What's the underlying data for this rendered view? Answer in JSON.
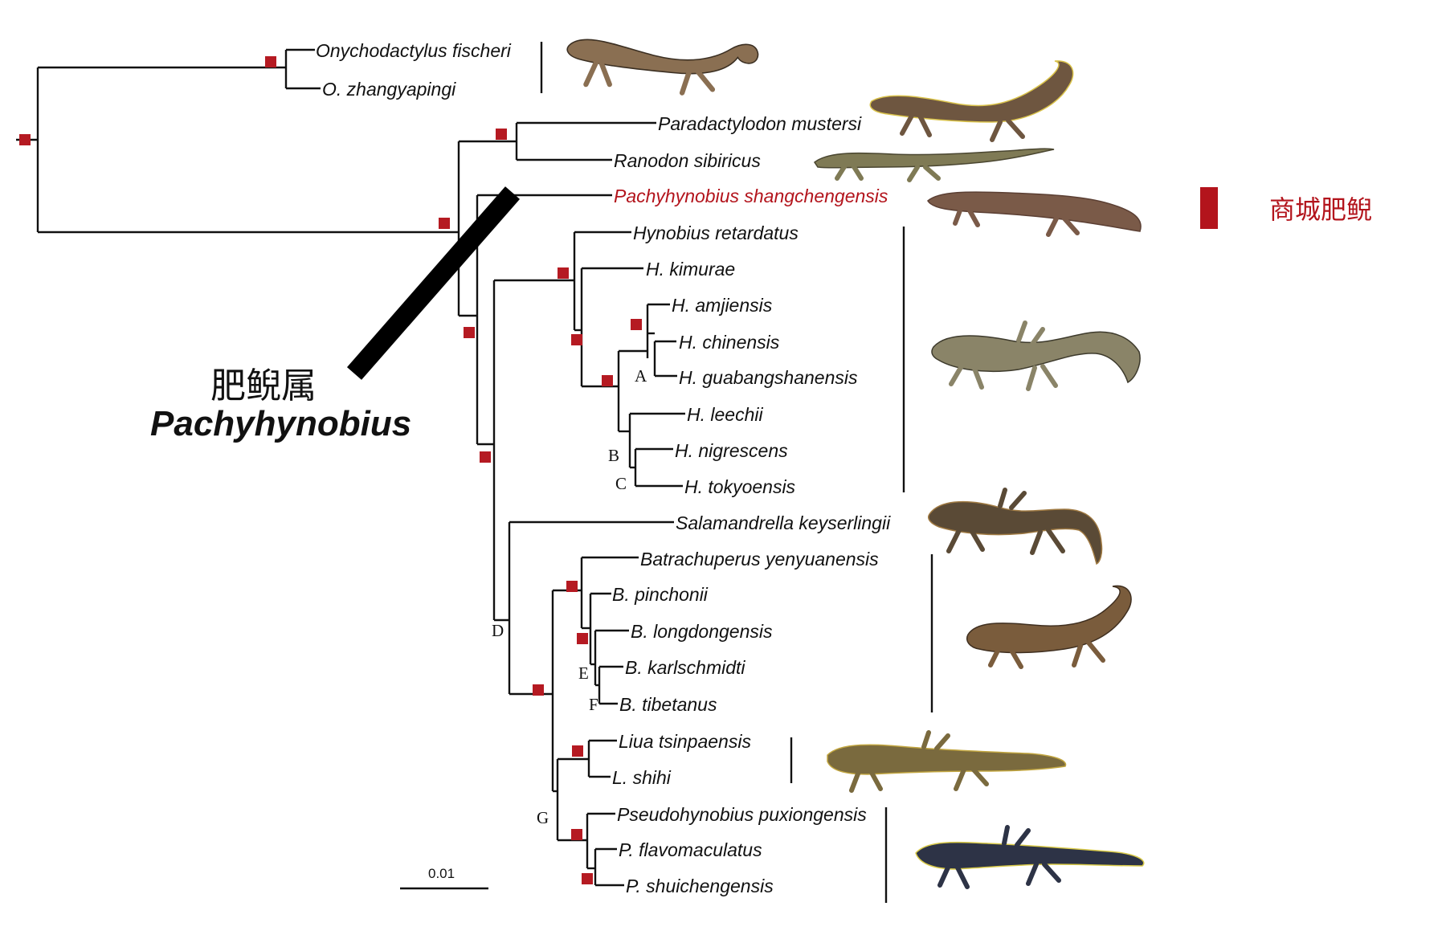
{
  "figure": {
    "genus_cn": "肥鲵属",
    "genus_latin": "Pachyhynobius",
    "highlight_cn": "商城肥鲵",
    "scale_label": "0.01",
    "colors": {
      "highlight": "#b3141c",
      "support": "#b51a22",
      "line": "#111111"
    }
  },
  "taxa": [
    {
      "label": "Onychodactylus fischeri",
      "highlight": false
    },
    {
      "label": "O. zhangyapingi",
      "highlight": false
    },
    {
      "label": "Paradactylodon mustersi",
      "highlight": false
    },
    {
      "label": "Ranodon sibiricus",
      "highlight": false
    },
    {
      "label": "Pachyhynobius shangchengensis",
      "highlight": true
    },
    {
      "label": "Hynobius retardatus",
      "highlight": false
    },
    {
      "label": "H. kimurae",
      "highlight": false
    },
    {
      "label": "H. amjiensis",
      "highlight": false
    },
    {
      "label": "H. chinensis",
      "highlight": false
    },
    {
      "label": "H. guabangshanensis",
      "highlight": false
    },
    {
      "label": "H. leechii",
      "highlight": false
    },
    {
      "label": "H. nigrescens",
      "highlight": false
    },
    {
      "label": "H. tokyoensis",
      "highlight": false
    },
    {
      "label": "Salamandrella keyserlingii",
      "highlight": false
    },
    {
      "label": "Batrachuperus yenyuanensis",
      "highlight": false
    },
    {
      "label": "B. pinchonii",
      "highlight": false
    },
    {
      "label": "B. longdongensis",
      "highlight": false
    },
    {
      "label": "B. karlschmidti",
      "highlight": false
    },
    {
      "label": "B. tibetanus",
      "highlight": false
    },
    {
      "label": "Liua tsinpaensis",
      "highlight": false
    },
    {
      "label": "L. shihi",
      "highlight": false
    },
    {
      "label": "Pseudohynobius puxiongensis",
      "highlight": false
    },
    {
      "label": "P. flavomaculatus",
      "highlight": false
    },
    {
      "label": "P. shuichengensis",
      "highlight": false
    }
  ],
  "node_letters": [
    "A",
    "B",
    "C",
    "D",
    "E",
    "F",
    "G"
  ],
  "photos": [
    {
      "name": "onychodactylus-photo",
      "body": "#8a6f52",
      "spots": "#3b2f22"
    },
    {
      "name": "paradactylodon-photo",
      "body": "#6e5640",
      "spots": "#d9c24a"
    },
    {
      "name": "ranodon-photo",
      "body": "#7f7a55",
      "spots": "#4a4630"
    },
    {
      "name": "pachyhynobius-photo",
      "body": "#7a5a48",
      "spots": "#5b3f33"
    },
    {
      "name": "hynobius-photo",
      "body": "#8a8468",
      "spots": "#3d3a2c"
    },
    {
      "name": "salamandrella-photo",
      "body": "#5a4a36",
      "spots": "#a07a42"
    },
    {
      "name": "batrachuperus-photo",
      "body": "#7a5c3c",
      "spots": "#3f2f20"
    },
    {
      "name": "liua-photo",
      "body": "#7a6a3e",
      "spots": "#c2a640"
    },
    {
      "name": "pseudohynobius-photo",
      "body": "#2d3346",
      "spots": "#d8c948"
    }
  ]
}
